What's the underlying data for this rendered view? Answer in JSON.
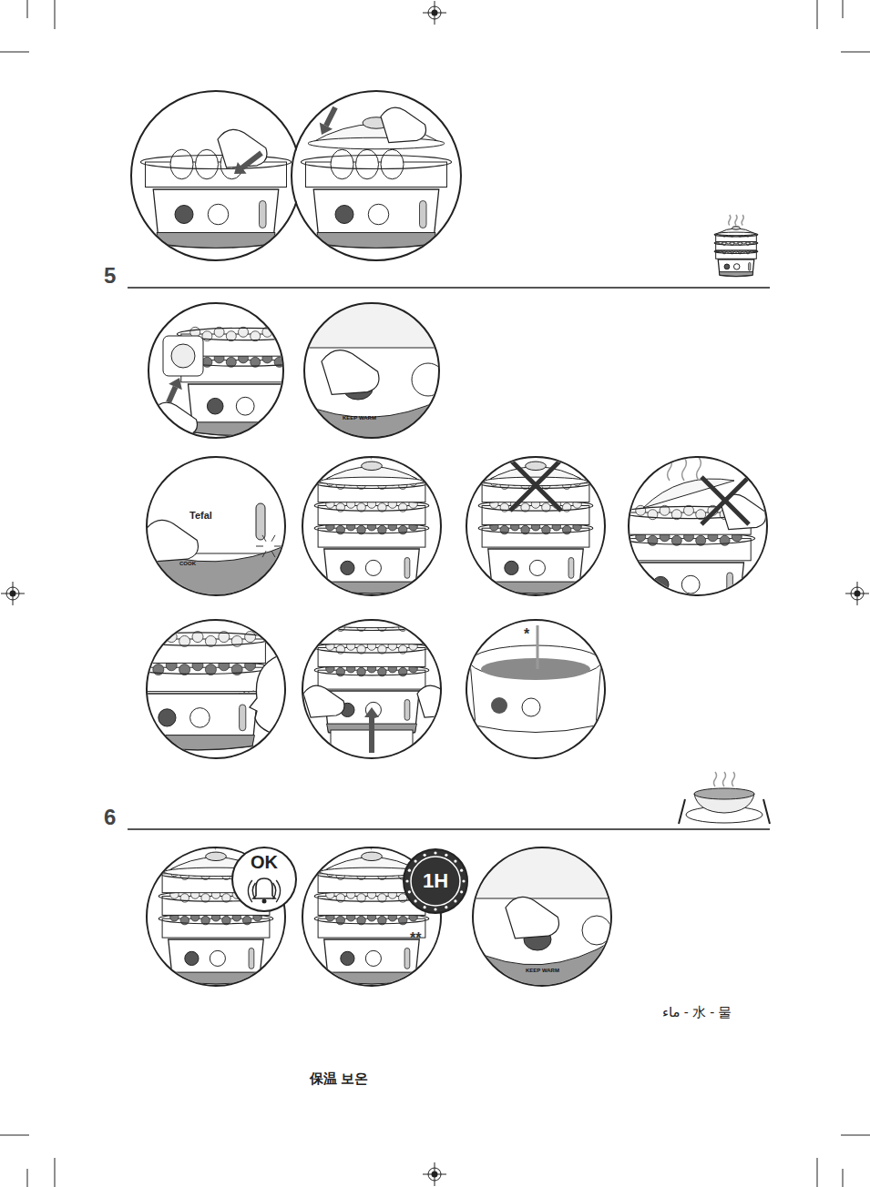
{
  "diagram": {
    "nodes": [
      {
        "text": [
          "OK"
        ]
      },
      {
        "text": [
          "1H"
        ]
      }
    ],
    "labels": [
      "5",
      "6",
      "*",
      "**",
      "KEEP WARM",
      "Tefal",
      "COOK",
      "KEEP WARM",
      "ماء - 水 - 물",
      "保温 보온"
    ]
  }
}
